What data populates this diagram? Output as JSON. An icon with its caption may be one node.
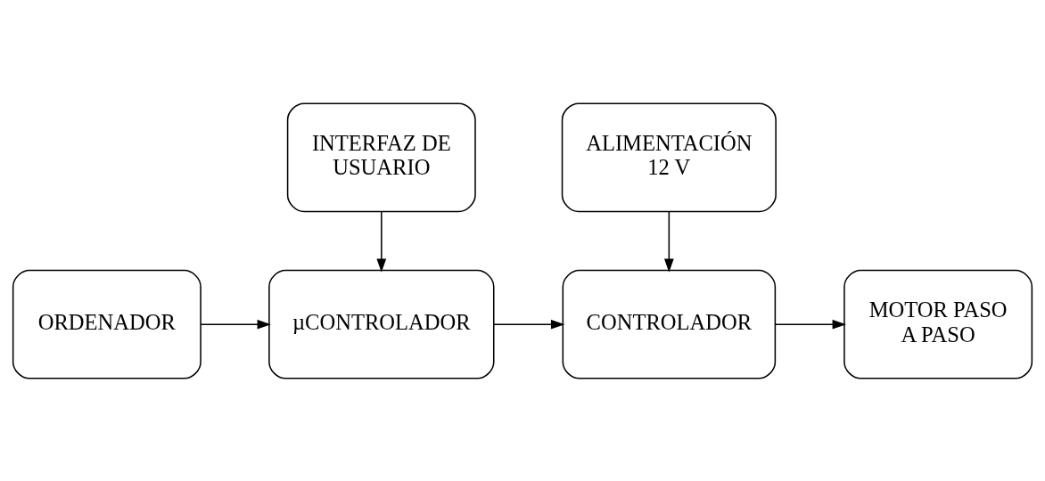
{
  "diagram": {
    "nodes": [
      {
        "text": [
          "ALIMENTACIÓN 12 V"
        ]
      },
      {
        "text": [
          "ORDENADOR"
        ]
      },
      {
        "text": [
          "µCONTROLADOR"
        ]
      },
      {
        "text": [
          "CONTROLADOR"
        ]
      },
      {
        "text": [
          "MOTOR PASO A PASO"
        ]
      },
      {
        "text": [
          "INTERFAZ DE USUARIO"
        ]
      }
    ],
    "edges": [
      {
        "from": 1,
        "to": 2,
        "arrow": "to"
      },
      {
        "from": 2,
        "to": 3,
        "arrow": "to"
      },
      {
        "from": 3,
        "to": 4,
        "arrow": "to"
      },
      {
        "from": 0,
        "to": 3,
        "arrow": "to"
      },
      {
        "from": 5,
        "to": 2,
        "arrow": "to"
      }
    ]
  }
}
